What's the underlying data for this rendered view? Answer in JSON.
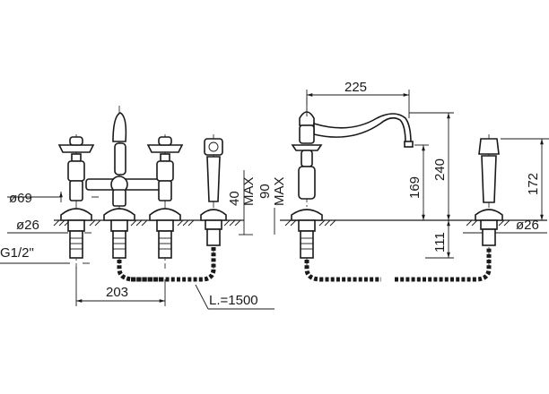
{
  "dimensions": {
    "d69": "ø69",
    "d26_left": "ø26",
    "g12": "G1/2\"",
    "d203": "203",
    "l1500": "L.=1500",
    "d40": "40",
    "d90": "90",
    "max1": "MAX",
    "max2": "MAX",
    "d225": "225",
    "d169": "169",
    "d240": "240",
    "d111": "111",
    "d172": "172",
    "d26_right": "ø26"
  }
}
